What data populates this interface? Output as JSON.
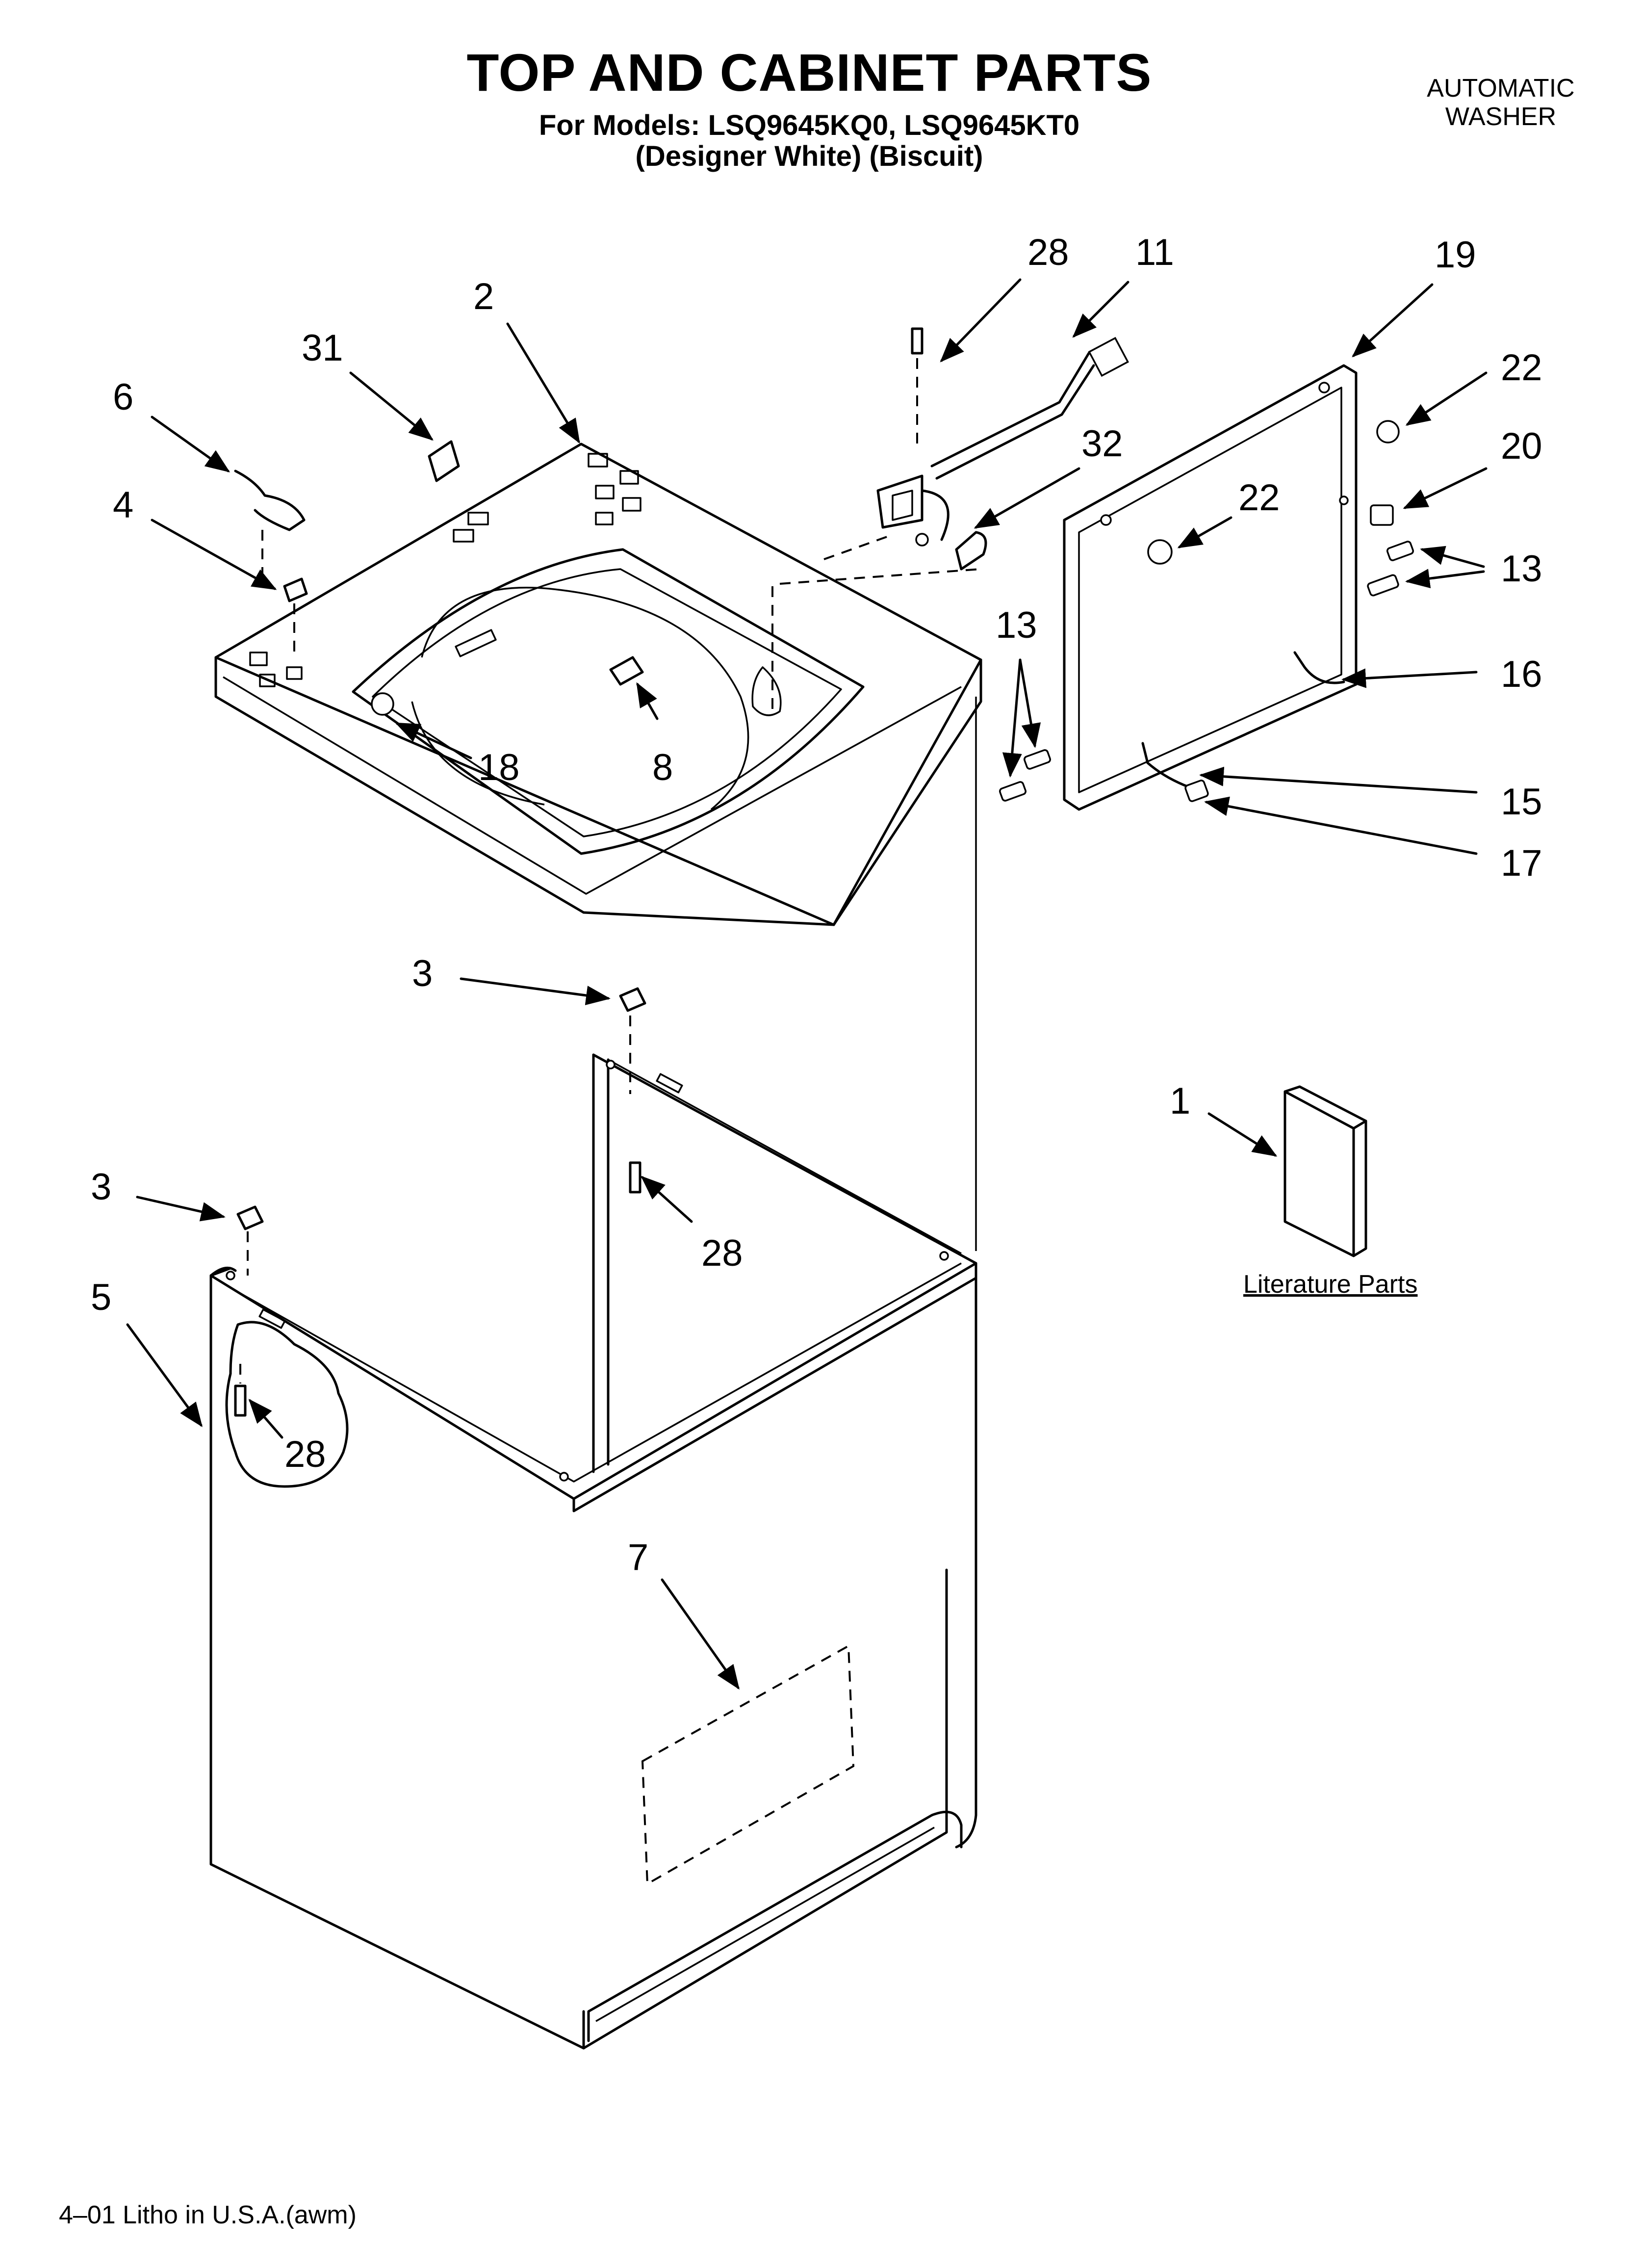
{
  "header": {
    "title": "TOP AND CABINET PARTS",
    "models": "For Models: LSQ9645KQ0, LSQ9645KT0",
    "finishes": "(Designer White)  (Biscuit)",
    "category_line1": "AUTOMATIC",
    "category_line2": "WASHER"
  },
  "callouts": {
    "c28_top": "28",
    "c11": "11",
    "c19": "19",
    "c2": "2",
    "c31": "31",
    "c6": "6",
    "c4": "4",
    "c22_right": "22",
    "c20": "20",
    "c32": "32",
    "c22_mid": "22",
    "c13_right": "13",
    "c13_left": "13",
    "c16": "16",
    "c18": "18",
    "c8": "8",
    "c15": "15",
    "c17": "17",
    "c3_mid": "3",
    "c1": "1",
    "c3_left": "3",
    "c28_mid": "28",
    "c5": "5",
    "c28_low": "28",
    "c7": "7"
  },
  "literature": {
    "label": "Literature Parts"
  },
  "footer": {
    "text": "4–01 Litho in U.S.A.(awm)"
  }
}
